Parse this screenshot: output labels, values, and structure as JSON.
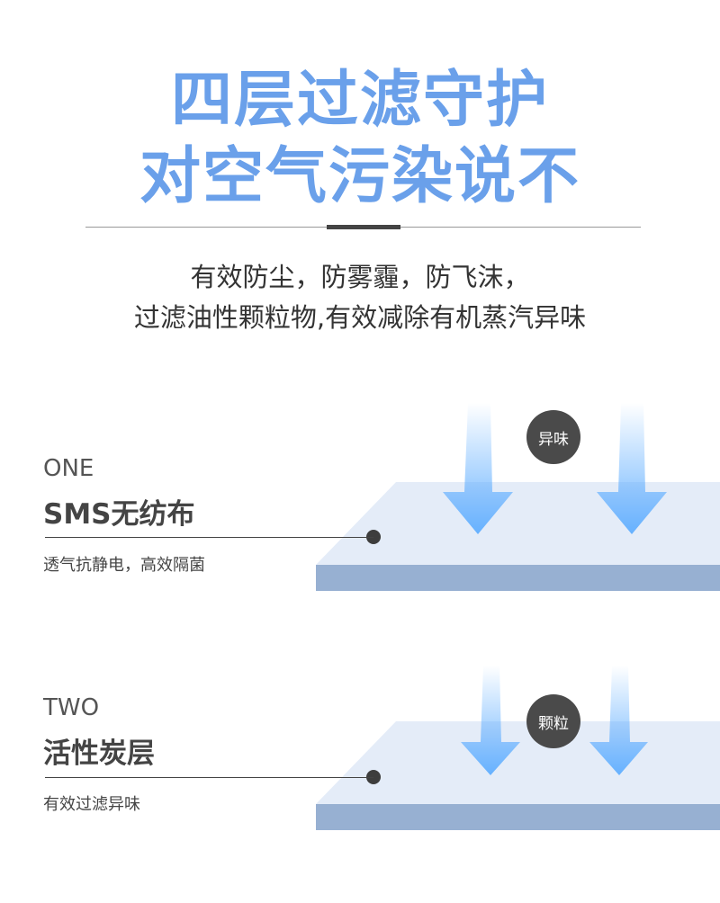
{
  "header": {
    "title_line1": "四层过滤守护",
    "title_line2": "对空气污染说不",
    "subtitle_line1": "有效防尘，防雾霾，防飞沫，",
    "subtitle_line2": "过滤油性颗粒物,有效减除有机蒸汽异味"
  },
  "layers": [
    {
      "number": "ONE",
      "name": "SMS无纺布",
      "description": "透气抗静电，高效隔菌",
      "badge": "异味"
    },
    {
      "number": "TWO",
      "name": "活性炭层",
      "description": "有效过滤异味",
      "badge": "颗粒"
    }
  ],
  "colors": {
    "title": "#6aa0ea",
    "layer_top": "#e4ecf8",
    "layer_side": "#97b0d2",
    "arrow": "#66b1ff"
  }
}
